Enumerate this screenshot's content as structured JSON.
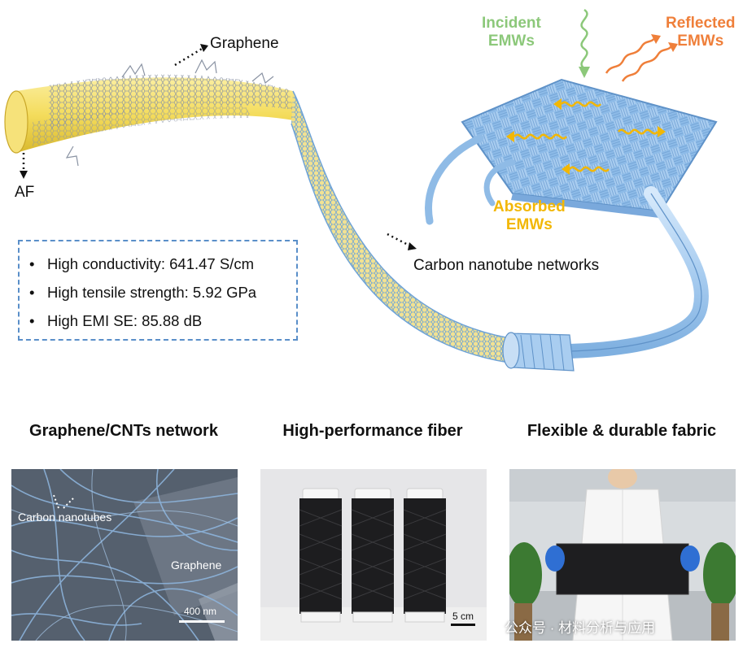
{
  "diagram": {
    "label_graphene": "Graphene",
    "label_af": "AF",
    "label_cnt_networks": "Carbon nanotube networks",
    "label_incident_line1": "Incident",
    "label_incident_line2": "EMWs",
    "label_reflected_line1": "Reflected",
    "label_reflected_line2": "EMWs",
    "label_absorbed_line1": "Absorbed",
    "label_absorbed_line2": "EMWs",
    "properties": [
      "High conductivity: 641.47 S/cm",
      "High tensile strength: 5.92 GPa",
      "High EMI SE: 85.88 dB"
    ],
    "colors": {
      "incident": "#8cc87a",
      "reflected": "#ef7f3a",
      "absorbed": "#f2b705",
      "fiber_yellow": "#f4dc5c",
      "fiber_blue": "#a9cdf0",
      "box_border": "#5a8fc9"
    }
  },
  "panels": [
    {
      "title": "Graphene/CNTs network",
      "overlay_cnt": "Carbon nanotubes",
      "overlay_graphene": "Graphene",
      "scale": "400 nm"
    },
    {
      "title": "High-performance fiber",
      "scale": "5 cm"
    },
    {
      "title": "Flexible & durable fabric"
    }
  ],
  "watermark": "公众号 · 材料分析与应用"
}
